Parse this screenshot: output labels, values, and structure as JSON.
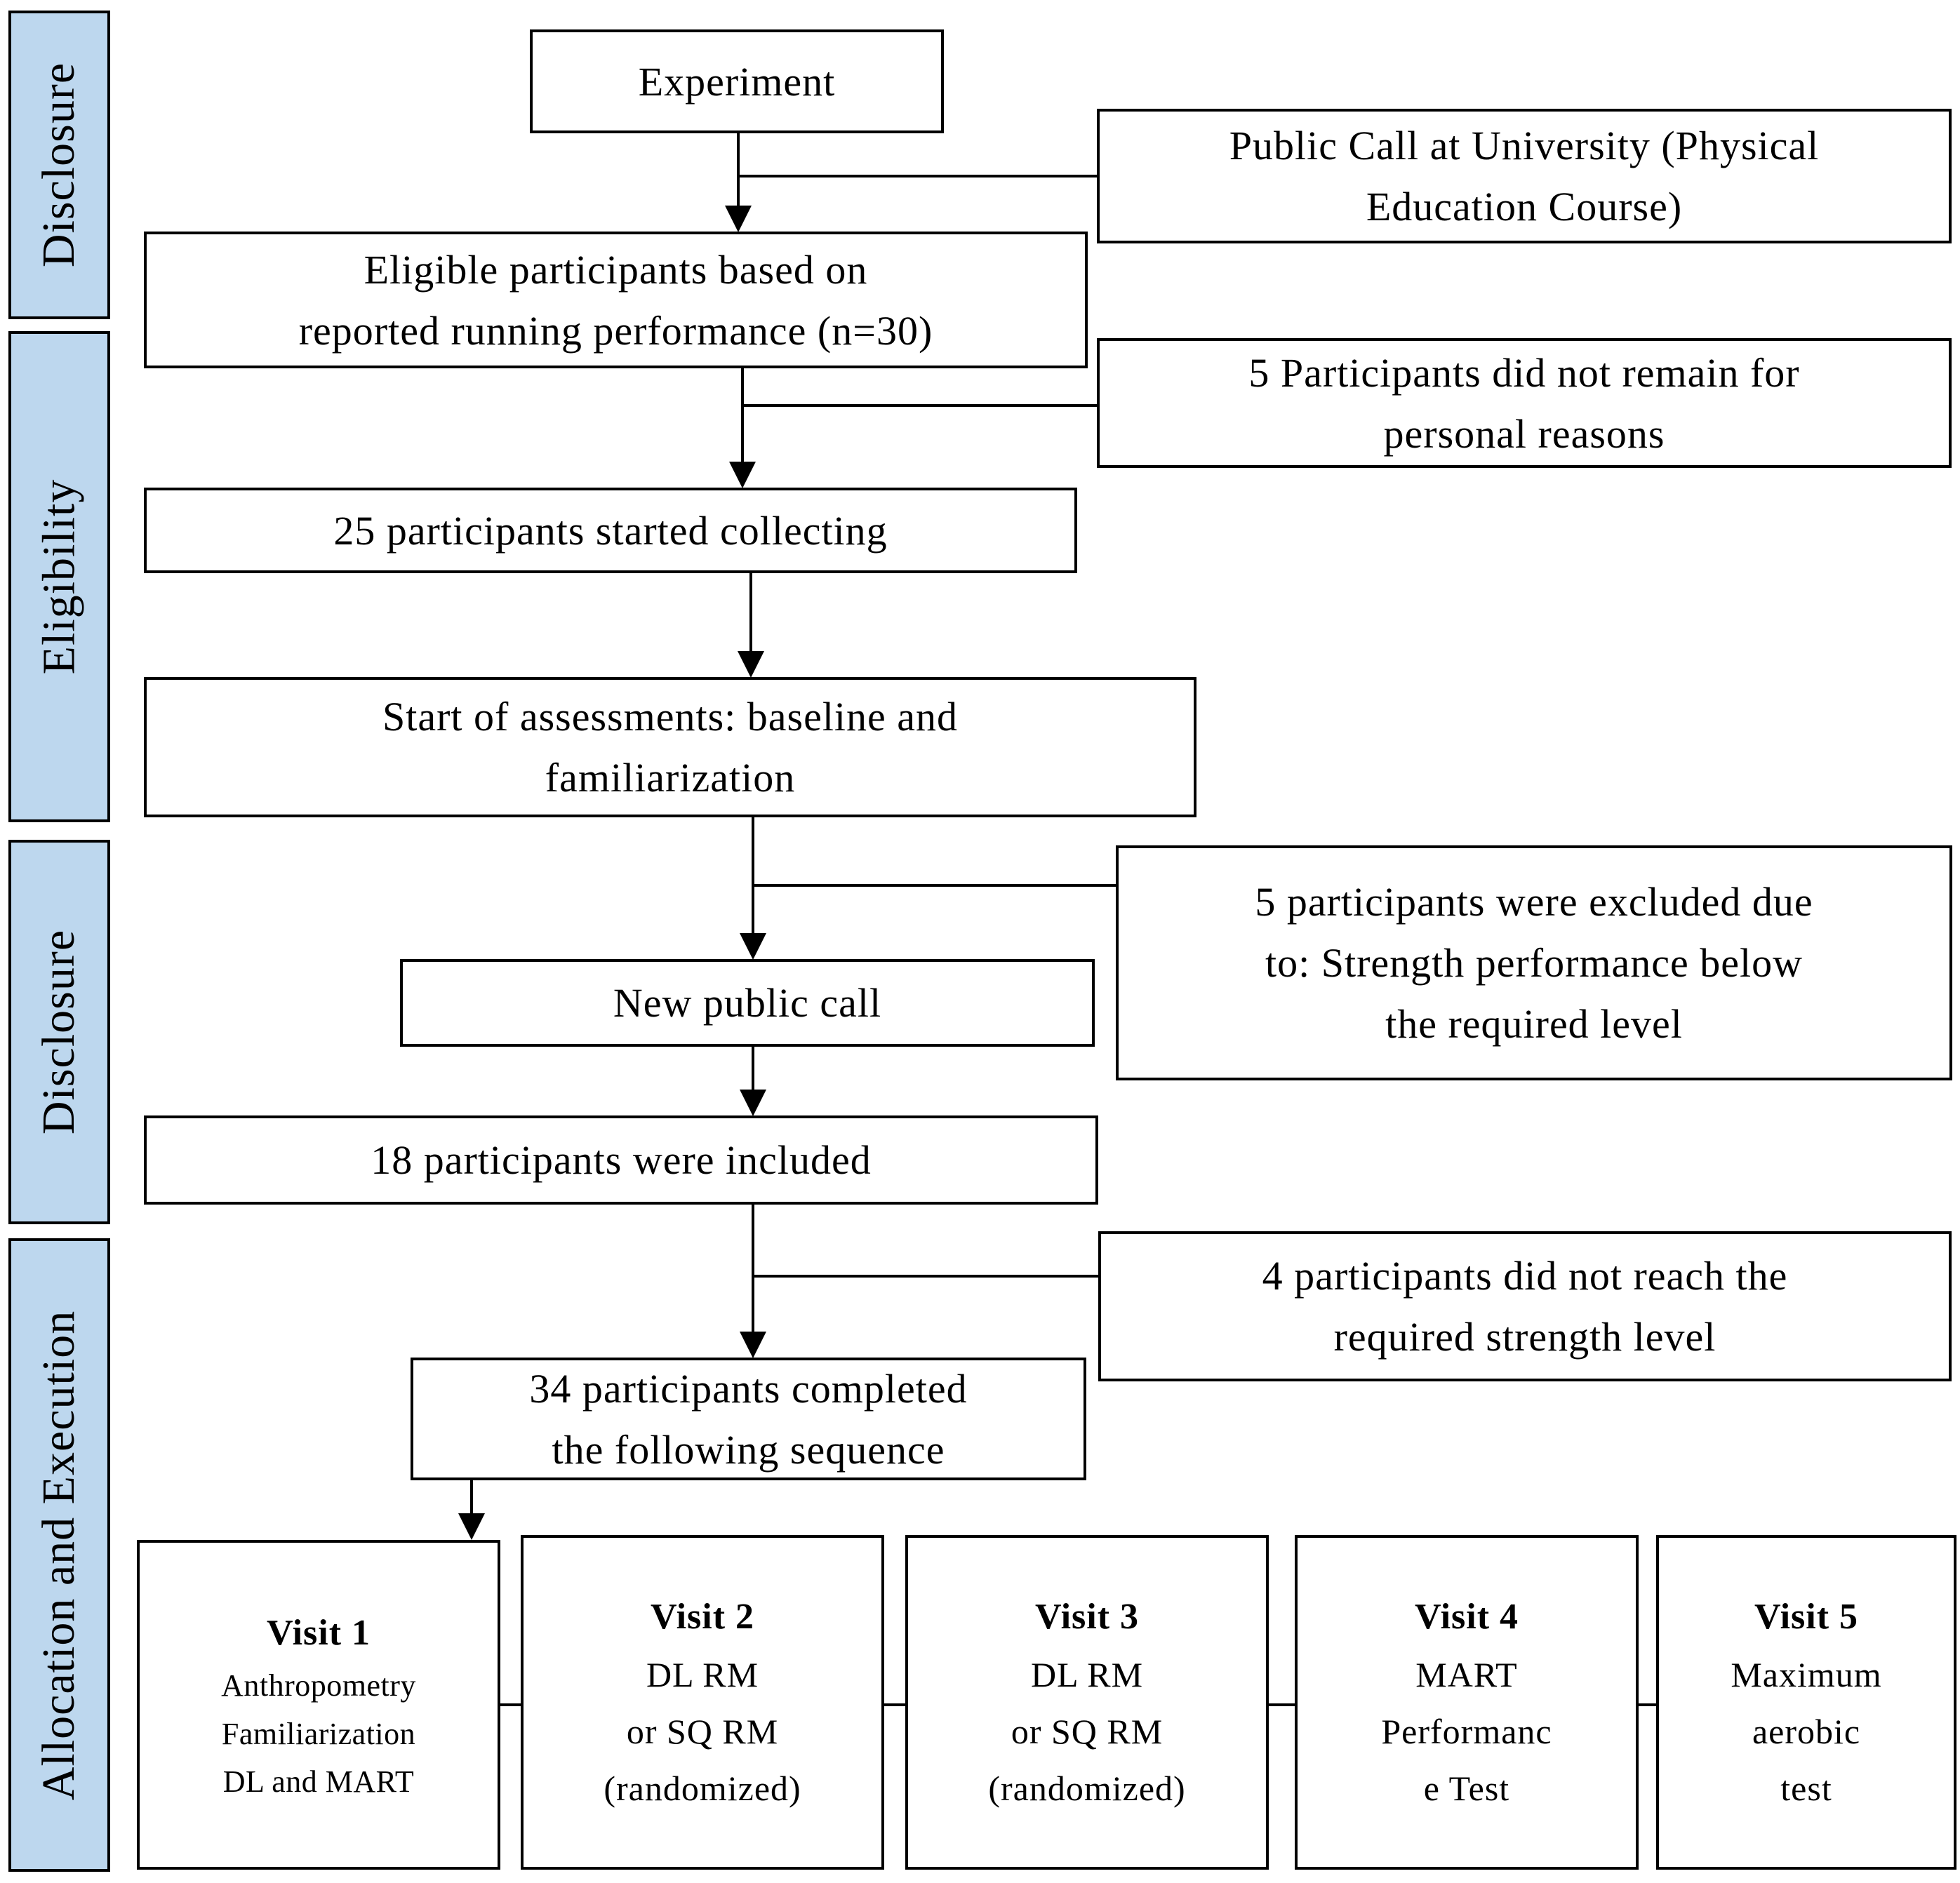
{
  "figure": {
    "type": "participant-flow-diagram",
    "background_color": "#ffffff",
    "stage_fill_color": "#bdd7ee",
    "border_color": "#000000"
  },
  "sidebar": {
    "items": [
      {
        "label": "Disclosure"
      },
      {
        "label": "Eligibility"
      },
      {
        "label": "Disclosure"
      },
      {
        "label": "Allocation and Execution"
      }
    ]
  },
  "flow": {
    "experiment": {
      "lines": [
        "Experiment"
      ]
    },
    "public_call": {
      "lines": [
        "Public Call at University (Physical",
        "Education Course)"
      ]
    },
    "eligible": {
      "lines": [
        "Eligible participants based on",
        "reported running performance (n=30)"
      ]
    },
    "not_remain": {
      "lines": [
        "5 Participants did not remain for",
        "personal reasons"
      ]
    },
    "started_collecting": {
      "lines": [
        "25 participants started collecting"
      ]
    },
    "assessments": {
      "lines": [
        "Start of assessments: baseline and",
        "familiarization"
      ]
    },
    "excluded": {
      "lines": [
        "5 participants were excluded due",
        "to: Strength performance below",
        "the required level"
      ]
    },
    "new_call": {
      "lines": [
        "New public call"
      ]
    },
    "included": {
      "lines": [
        "18 participants were included"
      ]
    },
    "not_reach": {
      "lines": [
        "4 participants did not reach the",
        "required strength level"
      ]
    },
    "completed": {
      "lines": [
        "34 participants completed",
        "the following sequence"
      ]
    }
  },
  "visits": [
    {
      "title": "Visit 1",
      "lines": [
        "Anthropometry",
        "Familiarization",
        "DL and MART"
      ]
    },
    {
      "title": "Visit 2",
      "lines": [
        "DL RM",
        "or SQ RM",
        "(randomized)"
      ]
    },
    {
      "title": "Visit 3",
      "lines": [
        "DL RM",
        "or SQ RM",
        "(randomized)"
      ]
    },
    {
      "title": "Visit 4",
      "lines": [
        "MART",
        "Performanc",
        "e Test"
      ]
    },
    {
      "title": "Visit 5",
      "lines": [
        "Maximum",
        "aerobic",
        "test"
      ]
    }
  ]
}
